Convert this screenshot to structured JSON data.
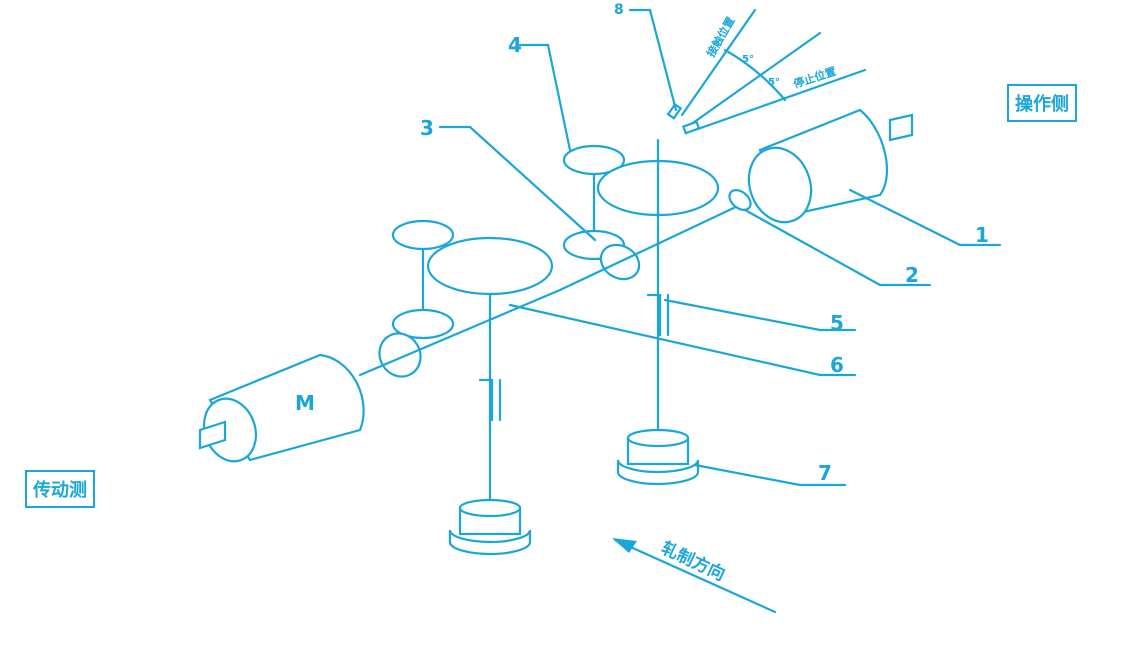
{
  "labels": {
    "operating_side": "操作侧",
    "drive_side": "传动测",
    "rolling_direction": "轧制方向",
    "contact_position": "接触位置",
    "stop_position": "停止位置",
    "angle_1": "5°",
    "angle_2": "5°",
    "motor": "M"
  },
  "callouts": [
    "1",
    "2",
    "3",
    "4",
    "5",
    "6",
    "7",
    "8"
  ],
  "colors": {
    "line": "#1ba6da"
  }
}
